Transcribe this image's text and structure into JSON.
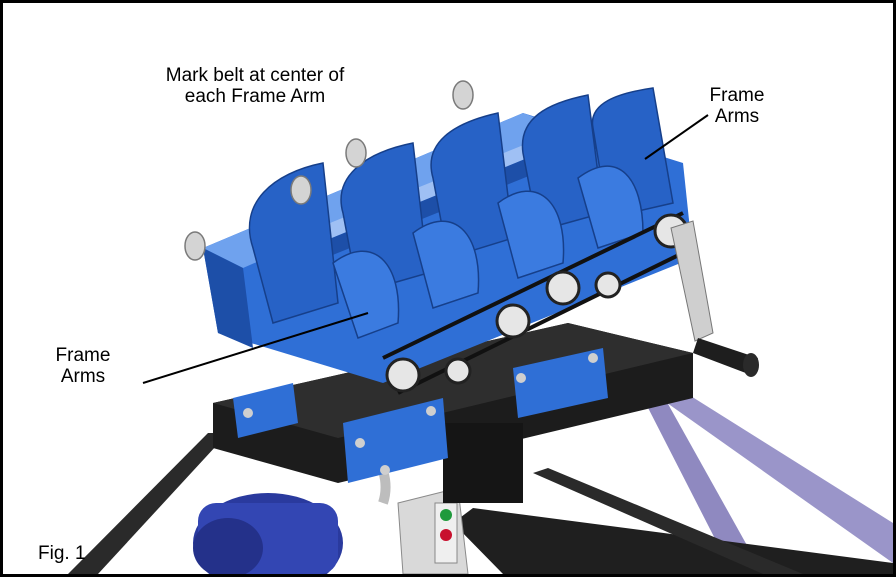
{
  "figure": {
    "instruction_lines": [
      "Mark belt at center of",
      "each Frame Arm"
    ],
    "callout_right": [
      "Frame",
      "Arms"
    ],
    "callout_left": [
      "Frame",
      "Arms"
    ],
    "fig_label": "Fig. 1"
  },
  "colors": {
    "frame_blue": "#2f6fd6",
    "frame_blue_dark": "#1d4fa8",
    "frame_blue_light": "#6fa2ee",
    "base_black": "#1a1a1a",
    "leg_purple": "#9a95c9",
    "motor_blue": "#2a3a9e",
    "metal": "#c9c9c9"
  },
  "icons": [
    "start-button-green-icon",
    "stop-button-red-icon"
  ]
}
